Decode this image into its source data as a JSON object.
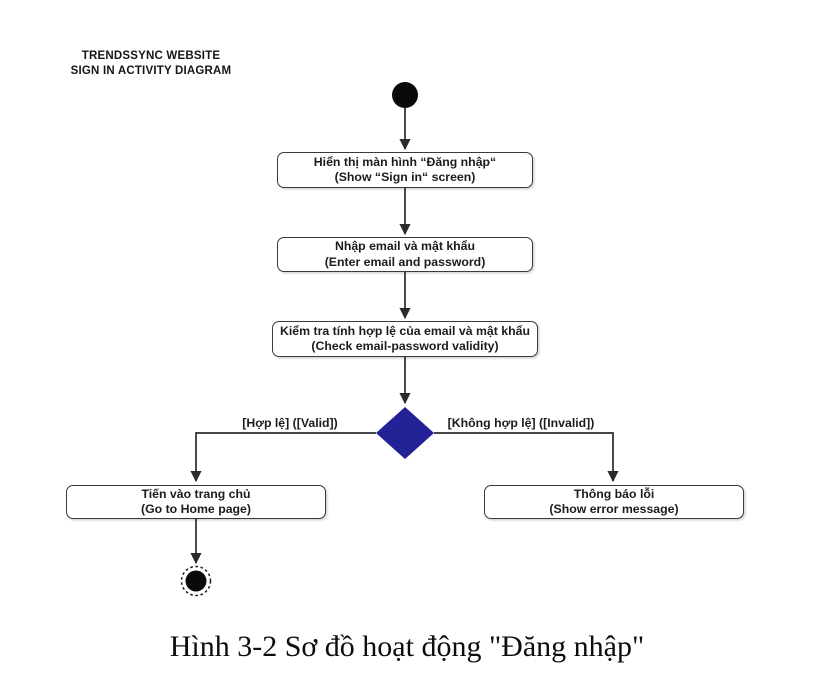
{
  "header": {
    "title_line1": "TRENDSSYNC WEBSITE",
    "title_line2": "SIGN IN ACTIVITY DIAGRAM"
  },
  "diagram": {
    "activities": {
      "show_signin": {
        "vi": "Hiển thị màn hình “Đăng nhập“",
        "en": "(Show “Sign in“ screen)"
      },
      "enter_credentials": {
        "vi": "Nhập email và mật khẩu",
        "en": "(Enter email and password)"
      },
      "check_validity": {
        "vi": "Kiểm tra tính hợp lệ của email và mật khẩu",
        "en": "(Check email-password validity)"
      },
      "go_home": {
        "vi": "Tiến vào trang chủ",
        "en": "(Go to Home page)"
      },
      "show_error": {
        "vi": "Thông báo lỗi",
        "en": "(Show error message)"
      }
    },
    "branches": {
      "valid": "[Hợp lệ] ([Valid])",
      "invalid": "[Không hợp lệ] ([Invalid])"
    },
    "colors": {
      "decision_fill": "#222196",
      "line": "#2b2b2b",
      "node_fill": "#0a0a0a"
    }
  },
  "caption": "Hình 3-2 Sơ đồ hoạt động \"Đăng nhập\""
}
